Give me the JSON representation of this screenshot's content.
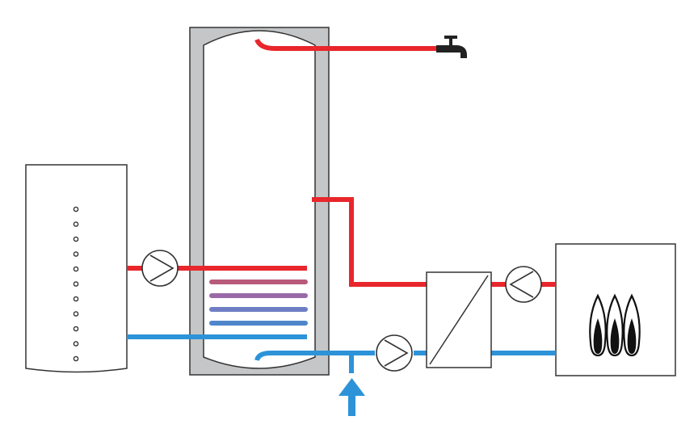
{
  "diagram": {
    "colors": {
      "hot": "#e8262b",
      "cold": "#2d93d8",
      "tank_jacket": "#c4c6c8",
      "outline": "#333333",
      "coil_1": "#b85a7a",
      "coil_2": "#9a6aa8",
      "coil_3": "#6f7ec4",
      "coil_4": "#4f86cc",
      "fixture": "#222222",
      "flame_fill": "#ffffff",
      "flame_core": "#111111"
    },
    "components": [
      {
        "id": "storage-tank",
        "kind": "tank"
      },
      {
        "id": "buffer-unit",
        "kind": "cabinet",
        "indicator_dots": 11
      },
      {
        "id": "heating-pump",
        "kind": "pump"
      },
      {
        "id": "primary-pump",
        "kind": "pump"
      },
      {
        "id": "circulation-pump",
        "kind": "pump"
      },
      {
        "id": "plate-heat-exchanger",
        "kind": "heat-exchanger"
      },
      {
        "id": "gas-boiler",
        "kind": "boiler",
        "flames": 3
      },
      {
        "id": "tap",
        "kind": "faucet"
      },
      {
        "id": "cold-water-inlet",
        "kind": "arrow-up"
      }
    ]
  }
}
